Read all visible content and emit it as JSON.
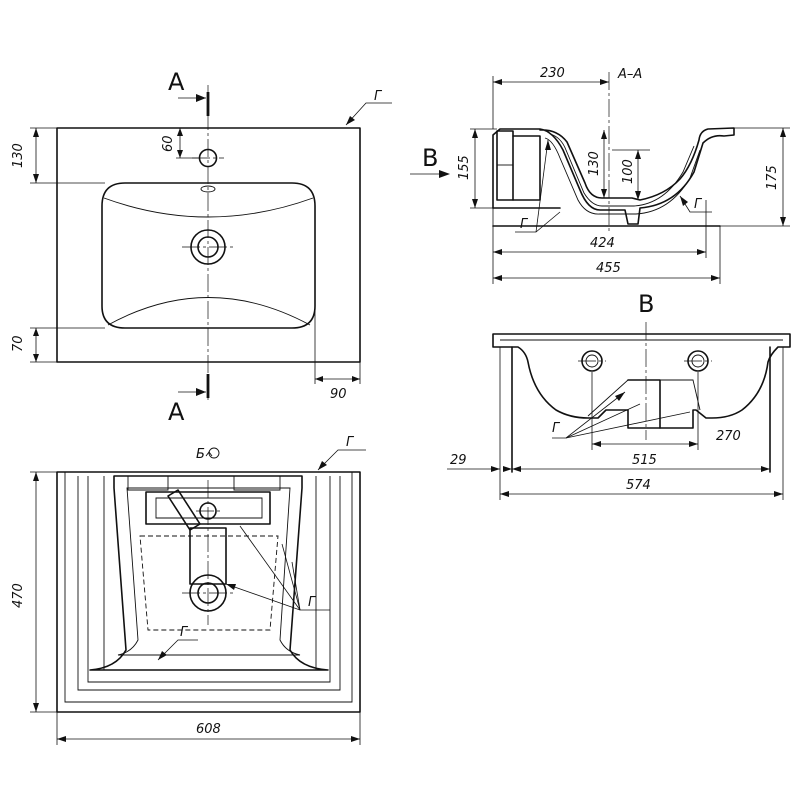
{
  "top_view": {
    "section_mark_top": "A",
    "section_mark_bottom": "A",
    "dim_130": "130",
    "dim_60": "60",
    "dim_70": "70",
    "dim_90": "90",
    "leader_g": "Г"
  },
  "section_view": {
    "title": "A–A",
    "view_arrow_label": "B",
    "dim_230": "230",
    "dim_155": "155",
    "dim_130": "130",
    "dim_100": "100",
    "dim_175": "175",
    "dim_424": "424",
    "dim_455": "455",
    "leader_g_left": "Г",
    "leader_g_right": "Г"
  },
  "view_b": {
    "title": "B",
    "dim_29": "29",
    "dim_270": "270",
    "dim_515": "515",
    "dim_574": "574",
    "leader_g": "Г"
  },
  "view_b_underside": {
    "title": "Б",
    "dim_470": "470",
    "dim_608": "608",
    "leader_g_top": "Г",
    "leader_g_right": "Г",
    "leader_g_bottom": "Г"
  }
}
